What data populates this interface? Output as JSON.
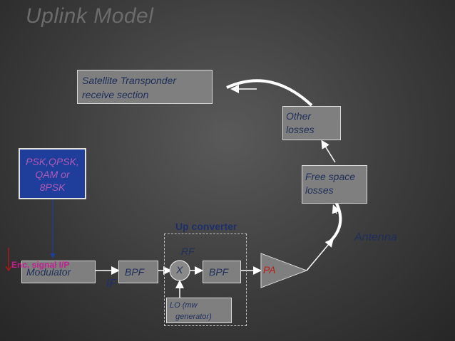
{
  "title": "Uplink Model",
  "satellite": {
    "line1": "Satellite Transponder",
    "line2": "receive section"
  },
  "other_losses": {
    "line1": "Other",
    "line2": "losses"
  },
  "free_space": {
    "line1": "Free space",
    "line2": "losses"
  },
  "psk": {
    "line1": "PSK,QPSK,",
    "line2": "QAM or",
    "line3": "8PSK"
  },
  "up_converter": "Up converter",
  "rf": "RF",
  "antenna": "Antenna",
  "modulator": "Modulator",
  "enc_signal": "Enc. signal I/P",
  "bpf1": "BPF",
  "mixer": "X",
  "bpf2": "BPF",
  "pa": "PA",
  "if": "IF",
  "lo": {
    "line1": "LO (mw",
    "line2": "generator)"
  },
  "colors": {
    "box": "#7f7f7f",
    "psk_box": "#1f3d9a",
    "text_dark": "#1f2f5a",
    "accent_red": "#c01818",
    "enc_text": "#c22090"
  }
}
